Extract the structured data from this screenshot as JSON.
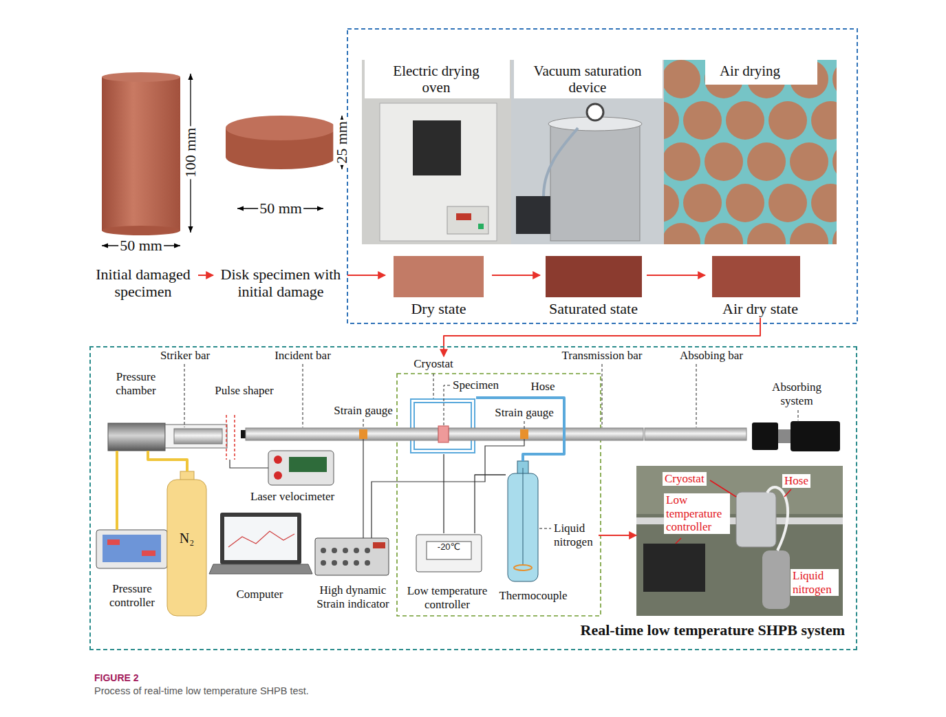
{
  "diagram": {
    "caption": "Process of real-time low temperature SHPB test.",
    "nodes": [
      {
        "text": [
          "Initial damaged specimen"
        ]
      },
      {
        "text": [
          "Disk specimen with initial damage"
        ]
      },
      {
        "text": [
          "Electric drying oven"
        ]
      },
      {
        "text": [
          "Vacuum saturation device"
        ]
      },
      {
        "text": [
          "Air drying"
        ]
      },
      {
        "text": [
          "Dry state"
        ]
      },
      {
        "text": [
          "Saturated state"
        ]
      },
      {
        "text": [
          "Air dry state"
        ]
      },
      {
        "text": [
          "Real-time low temperature SHPB system"
        ]
      },
      {
        "text": [
          "Pressure chamber"
        ],
        "in": 8
      },
      {
        "text": [
          "Laser velocimeter"
        ],
        "in": 8
      },
      {
        "text": [
          "Pressure controller"
        ],
        "in": 8
      },
      {
        "text": [
          "N₂"
        ],
        "in": 8
      },
      {
        "text": [
          "Computer"
        ],
        "in": 8
      },
      {
        "text": [
          "High dynamic Strain indicator"
        ],
        "in": 8
      },
      {
        "text": [
          "Cryostat"
        ],
        "in": 8
      },
      {
        "text": [
          "-20℃",
          "Low temperature controller"
        ],
        "in": 8
      },
      {
        "text": [
          "Liquid nitrogen"
        ],
        "in": 8
      },
      {
        "text": [
          "Cryostat",
          "Hose",
          "Low temperature controller",
          "Liquid nitrogen"
        ],
        "in": 8
      }
    ],
    "edges": [
      {
        "from": 0,
        "to": 1,
        "arrow": "to"
      },
      {
        "from": 1,
        "to": 5,
        "arrow": "to"
      },
      {
        "from": 5,
        "to": 6,
        "arrow": "to"
      },
      {
        "from": 6,
        "to": 7,
        "arrow": "to"
      },
      {
        "from": 7,
        "to": 15,
        "arrow": "to"
      },
      {
        "from": 11,
        "to": 9,
        "arrow": "none"
      },
      {
        "from": 12,
        "to": 9,
        "arrow": "none"
      },
      {
        "from": 15,
        "to": 17,
        "arrow": "none"
      },
      {
        "from": 16,
        "to": 15,
        "arrow": "none"
      },
      {
        "from": 16,
        "to": 17,
        "arrow": "none"
      },
      {
        "from": 17,
        "to": 18,
        "arrow": "to"
      }
    ],
    "labels": [
      "100 mm",
      "50 mm",
      "25 mm",
      "50 mm",
      "Striker bar",
      "Incident bar",
      "Transmission bar",
      "Absobing bar",
      "Pulse shaper",
      "Strain gauge",
      "Specimen",
      "Hose",
      "Strain gauge",
      "Absorbing system",
      "Thermocouple",
      "FIGURE 2"
    ]
  }
}
